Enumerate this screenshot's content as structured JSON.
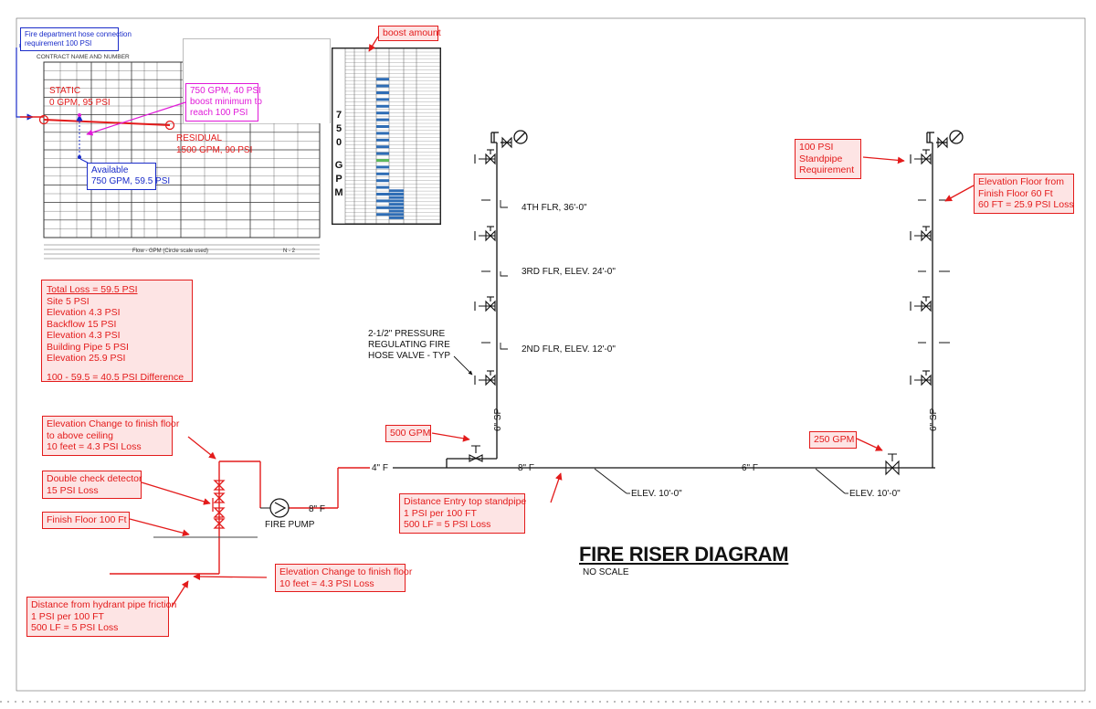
{
  "title": "FIRE RISER DIAGRAM",
  "subtitle": "NO SCALE",
  "chart": {
    "header": "CONTRACT NAME AND NUMBER",
    "x_axis_label": "Flow - GPM (Circle scale used)",
    "sheet": "N - 2",
    "labels": {
      "fdc": [
        "Fire department hose connection",
        "requirement 100 PSI"
      ],
      "static": [
        "STATIC",
        "0 GPM, 95 PSI"
      ],
      "boost": [
        "750 GPM, 40 PSI",
        "boost minimum to",
        "reach 100 PSI"
      ],
      "residual": [
        "RESIDUAL",
        "1500 GPM, 90 PSI"
      ],
      "available": [
        "Available",
        "750 GPM, 59.5 PSI"
      ]
    }
  },
  "boost_table": {
    "label": "boost amount",
    "side_label": [
      "7",
      "5",
      "0",
      "G",
      "P",
      "M"
    ]
  },
  "loss_summary": {
    "total": "Total Loss = 59.5 PSI",
    "items": [
      "Site 5 PSI",
      "Elevation 4.3 PSI",
      "Backflow 15 PSI",
      "Elevation 4.3 PSI",
      "Building Pipe 5 PSI",
      "Elevation 25.9 PSI"
    ],
    "difference": "100 - 59.5  = 40.5 PSI Difference"
  },
  "annotations": {
    "elev_change_above": [
      "Elevation Change to finish floor",
      "to above ceiling",
      "10 feet = 4.3 PSI Loss"
    ],
    "double_check": [
      "Double check detector",
      "15 PSI Loss"
    ],
    "finish_floor": "Finish Floor 100 Ft",
    "elev_change_floor": [
      "Elevation Change to finish floor",
      "10 feet = 4.3 PSI Loss"
    ],
    "hydrant_friction": [
      "Distance from hydrant pipe friction",
      "1 PSI per 100 FT",
      "500 LF = 5 PSI Loss"
    ],
    "gpm_500": "500 GPM",
    "gpm_250": "250 GPM",
    "entry_standpipe": [
      "Distance Entry top standpipe",
      "1 PSI per 100 FT",
      "500 LF = 5 PSI Loss"
    ],
    "standpipe_req": [
      "100 PSI",
      "Standpipe",
      "Requirement"
    ],
    "elev_floor_60": [
      "Elevation Floor from",
      "Finish Floor 60 Ft",
      "60 FT = 25.9 PSI Loss"
    ]
  },
  "drawing": {
    "fire_pump": "FIRE PUMP",
    "pipe_8f_pump": "8\" F",
    "pipe_4f": "4\" F",
    "pipe_8f_main": "8\" F",
    "pipe_6f_main": "6\" F",
    "elev_left": "ELEV. 10'-0\"",
    "elev_right": "ELEV. 10'-0\"",
    "floor_4": "4TH FLR, 36'-0\"",
    "floor_3": "3RD FLR, ELEV. 24'-0\"",
    "floor_2": "2ND FLR, ELEV. 12'-0\"",
    "prv_note": [
      "2-1/2\" PRESSURE",
      "REGULATING FIRE",
      "HOSE VALVE - TYP"
    ],
    "sp_left": "6\" SP",
    "sp_right": "6\" SP"
  },
  "colors": {
    "annotation_red": "#e31b1b",
    "annotation_fill": "#fde4e4",
    "blue": "#1a2cc9",
    "magenta": "#e01ad8",
    "table_highlight": "#2f6db5",
    "table_green": "#5cb85c"
  }
}
